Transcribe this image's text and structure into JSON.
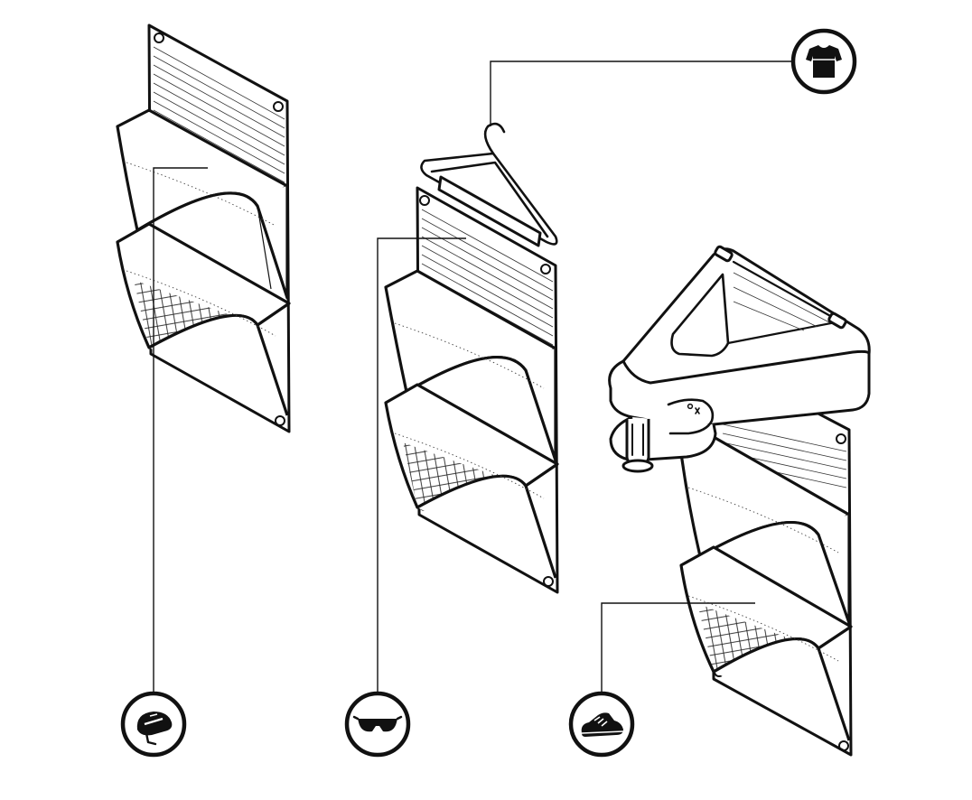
{
  "diagram": {
    "colors": {
      "ink": "#111111",
      "background": "#ffffff"
    },
    "organizers": [
      {
        "name": "wall-organizer-left",
        "mount": "wall",
        "pockets": 2
      },
      {
        "name": "hanger-organizer-center",
        "mount": "hanger",
        "pockets": 2
      },
      {
        "name": "clamp-organizer-right",
        "mount": "clamp",
        "pockets": 2
      }
    ],
    "icons": [
      {
        "name": "helmet-icon",
        "meaning": "helmet"
      },
      {
        "name": "sunglasses-icon",
        "meaning": "sunglasses"
      },
      {
        "name": "cycling-shoe-icon",
        "meaning": "cycling shoe"
      },
      {
        "name": "jersey-icon",
        "meaning": "jersey"
      }
    ]
  }
}
